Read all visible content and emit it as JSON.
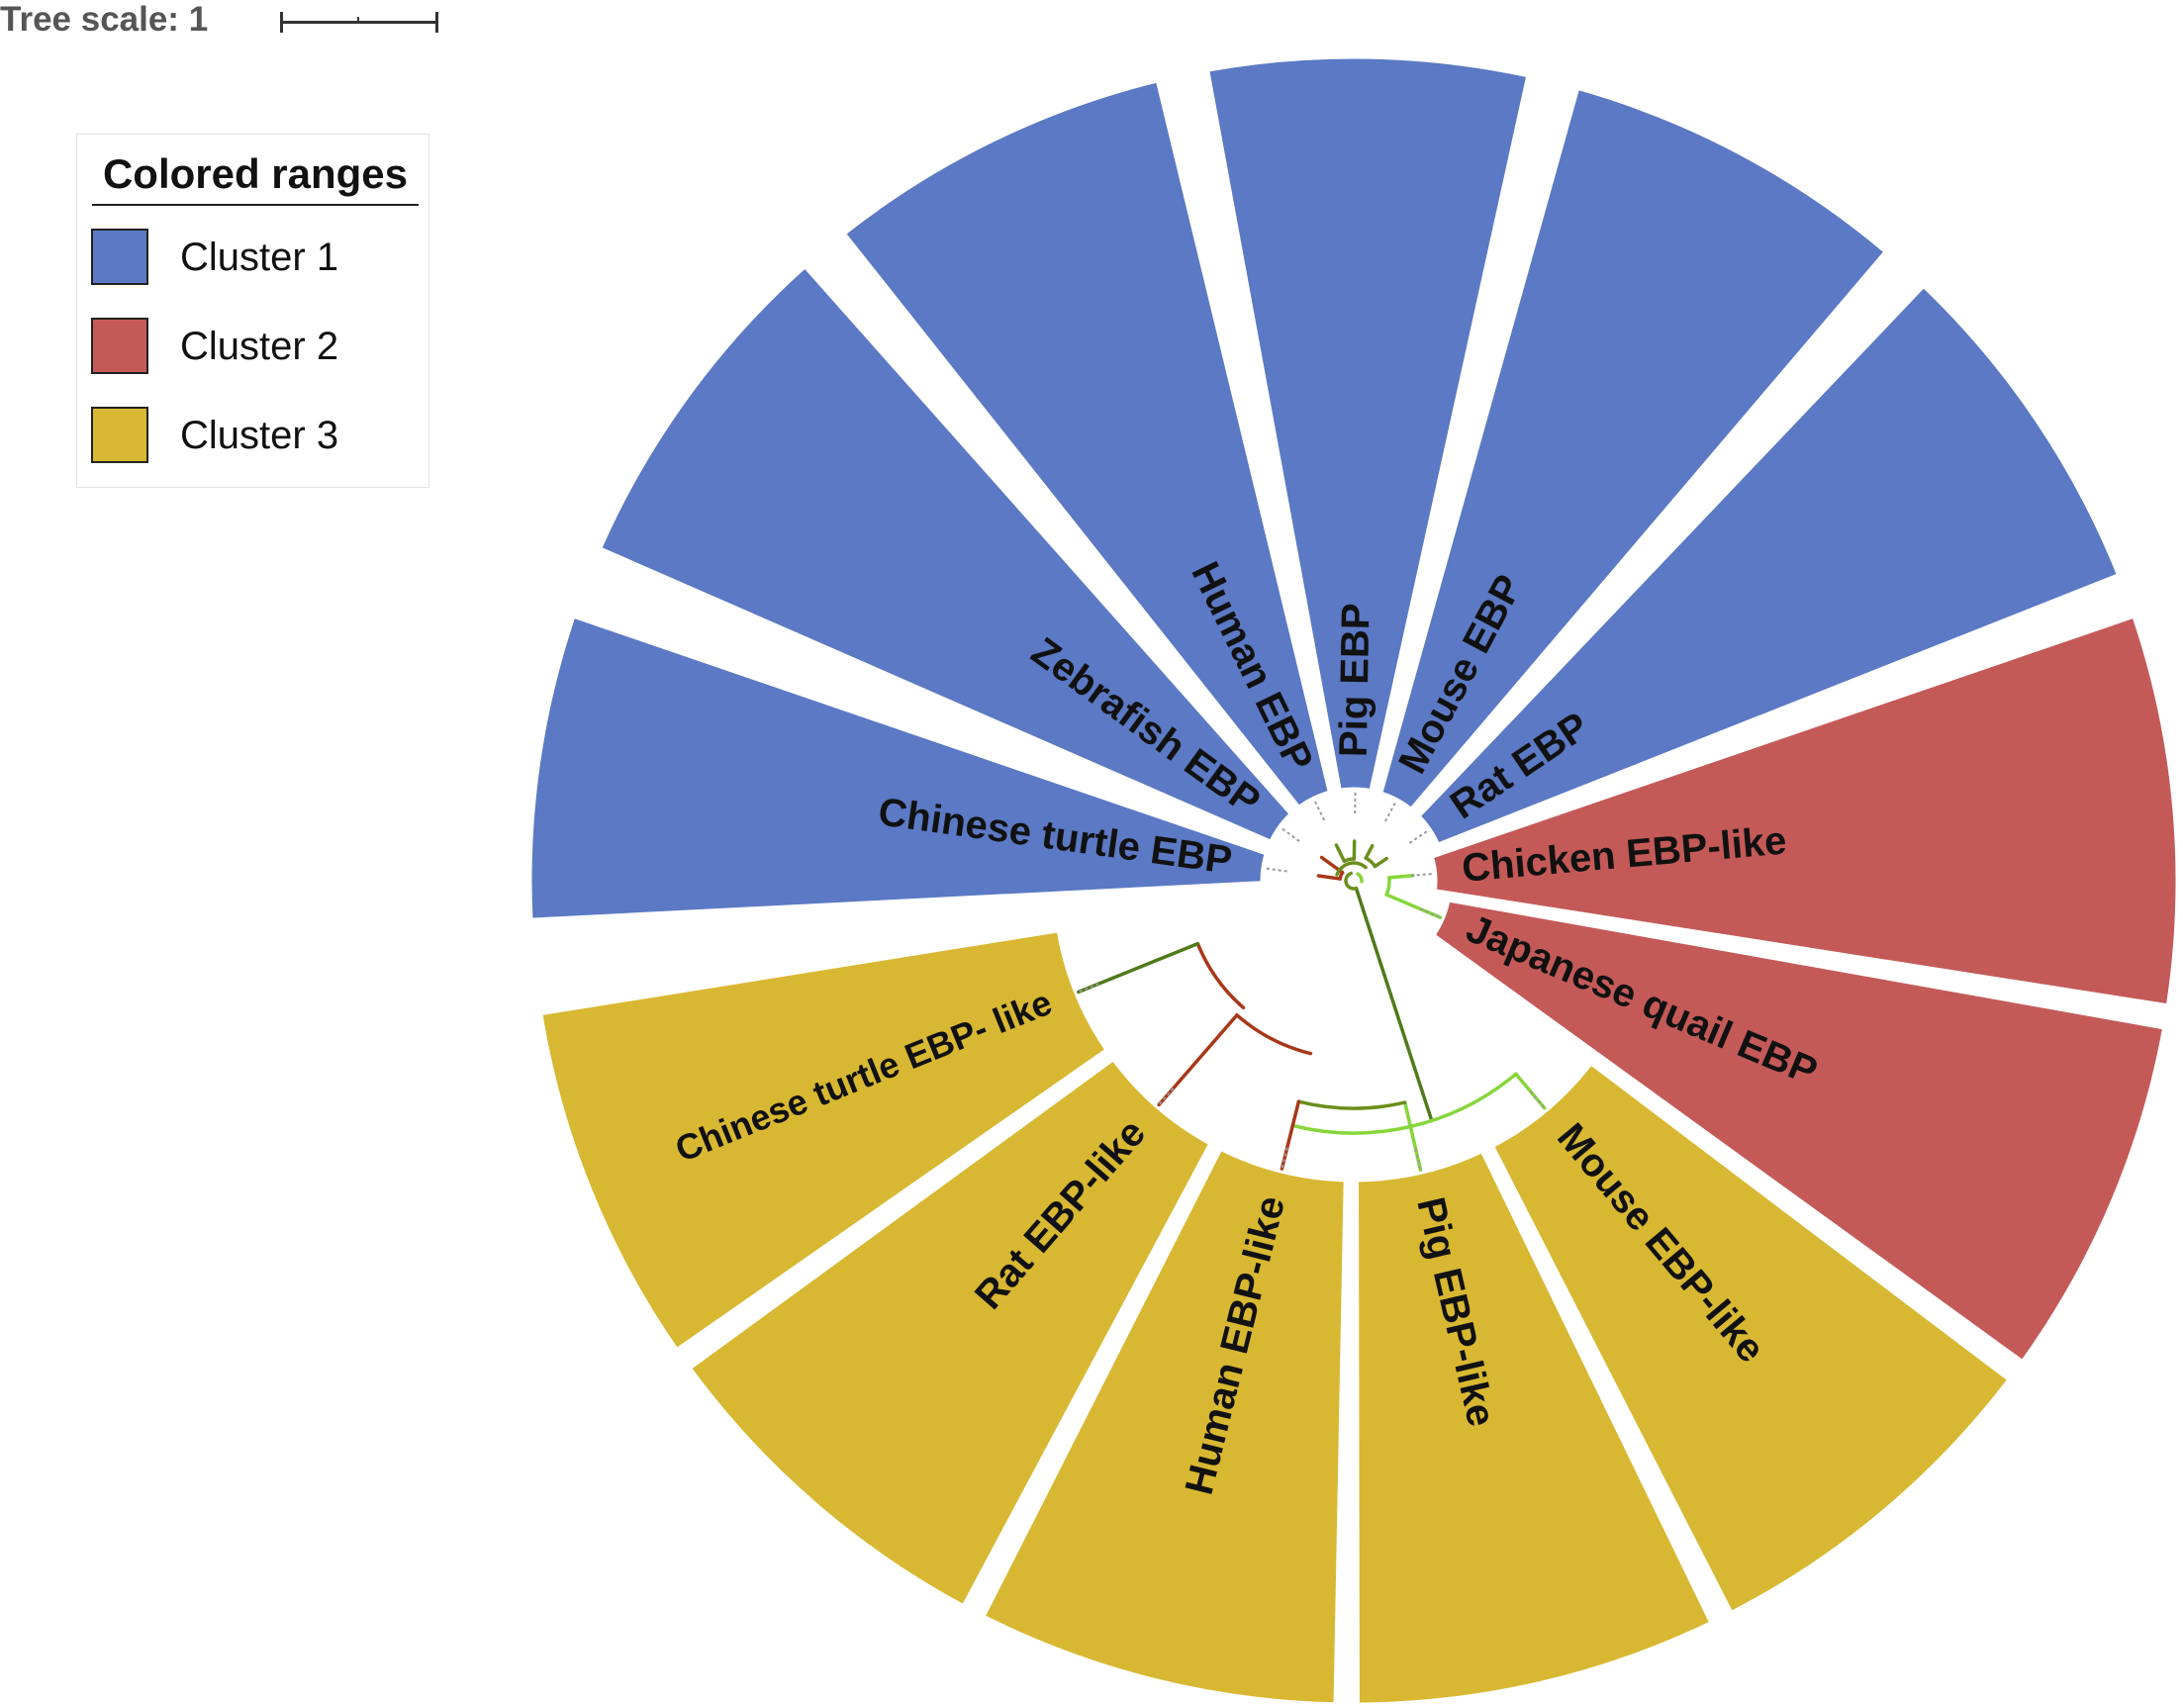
{
  "scale": {
    "label": "Tree scale: 1"
  },
  "legend": {
    "title": "Colored ranges",
    "items": [
      {
        "label": "Cluster 1",
        "color": "#5b79c4"
      },
      {
        "label": "Cluster 2",
        "color": "#c45a58"
      },
      {
        "label": "Cluster 3",
        "color": "#d8b832"
      }
    ]
  },
  "tree": {
    "branch_colors": [
      "#6b8f1c",
      "#a83818",
      "#86d63a",
      "#4f7a1a"
    ],
    "leaves": [
      {
        "label": "Chinese turtle EBP",
        "cluster": 1
      },
      {
        "label": "Zebrafish EBP",
        "cluster": 1
      },
      {
        "label": "Human EBP",
        "cluster": 1
      },
      {
        "label": "Pig EBP",
        "cluster": 1
      },
      {
        "label": "Mouse EBP",
        "cluster": 1
      },
      {
        "label": "Rat EBP",
        "cluster": 1
      },
      {
        "label": "Chicken EBP-like",
        "cluster": 2
      },
      {
        "label": "Japanese quail EBP",
        "cluster": 2
      },
      {
        "label": "Mouse EBP-like",
        "cluster": 3
      },
      {
        "label": "Pig EBP-like",
        "cluster": 3
      },
      {
        "label": "Human EBP-like",
        "cluster": 3
      },
      {
        "label": "Rat EBP-like",
        "cluster": 3
      },
      {
        "label": "Chinese turtle EBP- like",
        "cluster": 3
      }
    ]
  }
}
